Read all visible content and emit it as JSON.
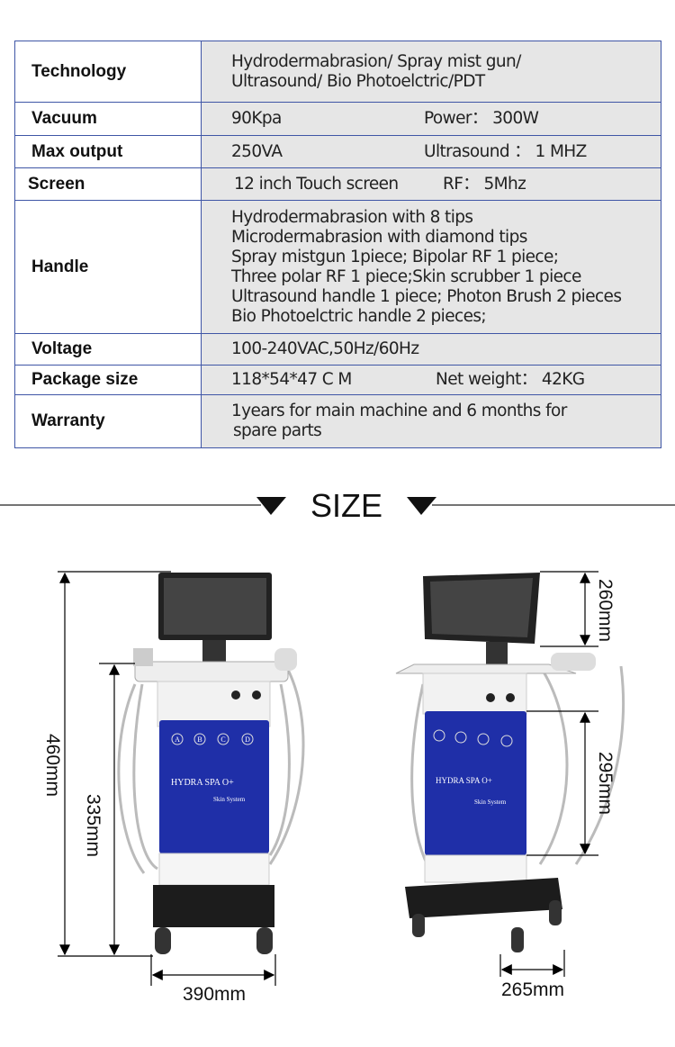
{
  "specs": [
    {
      "label": "Technology",
      "lines": [
        "Hydrodermabrasion/ Spray mist gun/",
        "Ultrasound/ Bio Photoelctric/PDT"
      ]
    },
    {
      "label": "Vacuum",
      "value": "90Kpa",
      "extra": "Power： 300W"
    },
    {
      "label": "Max output",
      "value": "250VA",
      "extra": "Ultrasound ： 1 MHZ"
    },
    {
      "label": "Screen",
      "value": "12 inch Touch screen",
      "extra": "RF： 5Mhz"
    },
    {
      "label": "Handle",
      "lines": [
        "Hydrodermabrasion with 8 tips",
        "Microdermabrasion with diamond tips",
        "Spray mistgun 1piece; Bipolar RF 1 piece;",
        "Three polar RF 1 piece;Skin scrubber 1 piece",
        "Ultrasound handle 1 piece; Photon Brush 2 pieces",
        "Bio Photoelctric handle 2 pieces;"
      ]
    },
    {
      "label": "Voltage",
      "value": "100-240VAC,50Hz/60Hz"
    },
    {
      "label": "Package size",
      "value": "118*54*47 C M",
      "extra": "Net weight： 42KG"
    },
    {
      "label": "Warranty",
      "lines": [
        "1years for main machine and 6 months for",
        "spare parts"
      ]
    }
  ],
  "size_section": {
    "title": "SIZE"
  },
  "dimensions": {
    "front_height": "460mm",
    "front_body_height": "335mm",
    "front_width": "390mm",
    "side_screen_height": "260mm",
    "side_panel_height": "295mm",
    "side_width": "265mm"
  },
  "machine_branding": {
    "brand": "HYDRA  SPA  O+",
    "subtitle": "Skin System",
    "buttons": [
      "A",
      "B",
      "C",
      "D"
    ]
  },
  "colors": {
    "table_border": "#3f56a6",
    "value_bg": "#e6e6e6",
    "panel_blue": "#1f2fa8"
  }
}
